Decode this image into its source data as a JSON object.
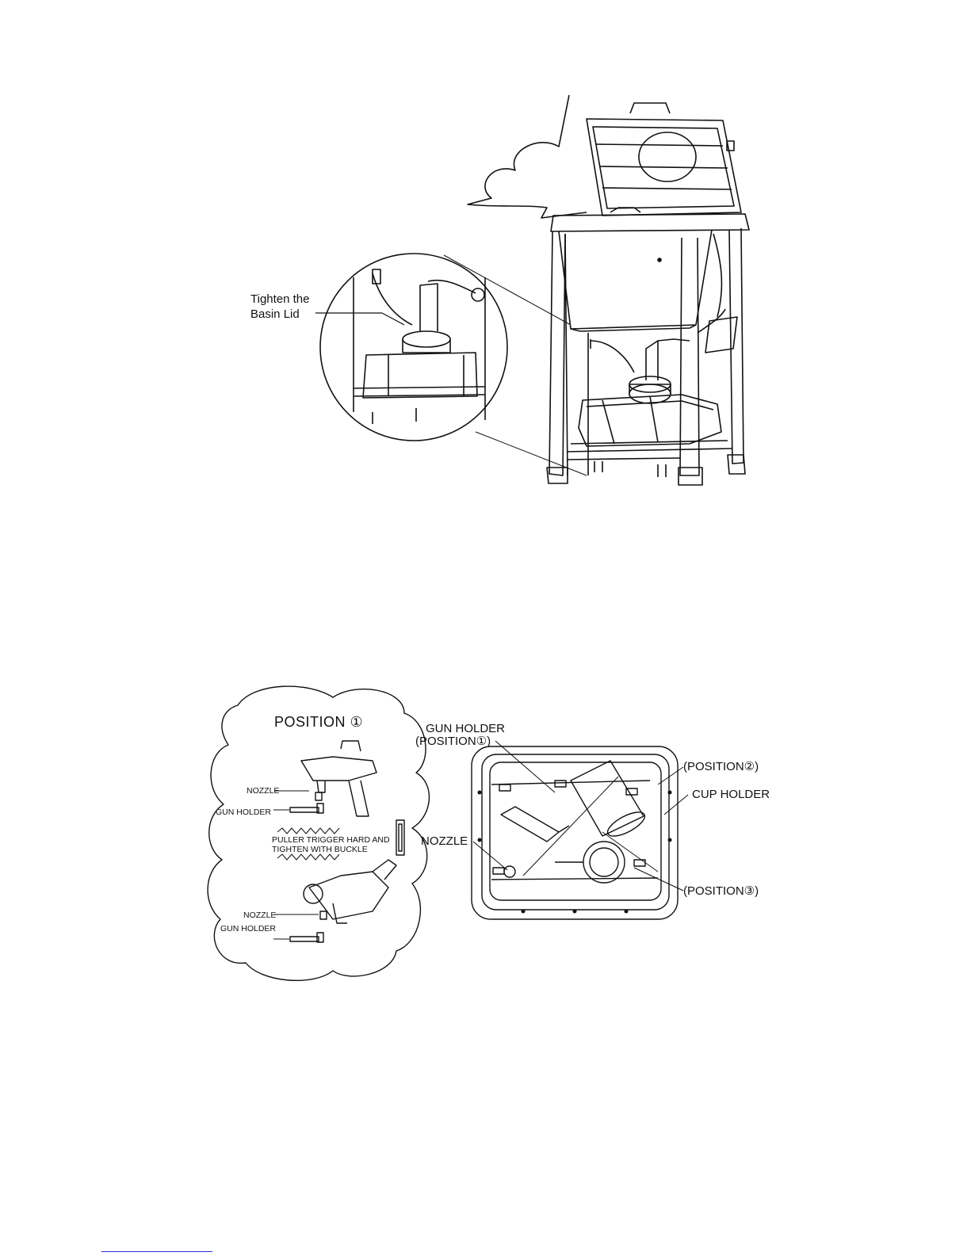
{
  "figure1": {
    "callout_label_line1": "Tighten the",
    "callout_label_line2": "Basin Lid"
  },
  "figure2": {
    "position1_title": "POSITION ①",
    "nozzle_label_top": "NOZZLE",
    "gun_holder_label_top": "GUN HOLDER",
    "instruction_line1": "PULLER TRIGGER HARD AND",
    "instruction_line2": "TIGHTEN WITH BUCKLE",
    "nozzle_label_bottom": "NOZZLE",
    "gun_holder_label_bottom": "GUN HOLDER",
    "gun_holder_callout_line1": "GUN HOLDER",
    "gun_holder_callout_line2": "(POSITION①)",
    "position2_callout": "(POSITION②)",
    "cup_holder_callout": "CUP HOLDER",
    "nozzle_callout": "NOZZLE",
    "position3_callout": "(POSITION③)"
  }
}
